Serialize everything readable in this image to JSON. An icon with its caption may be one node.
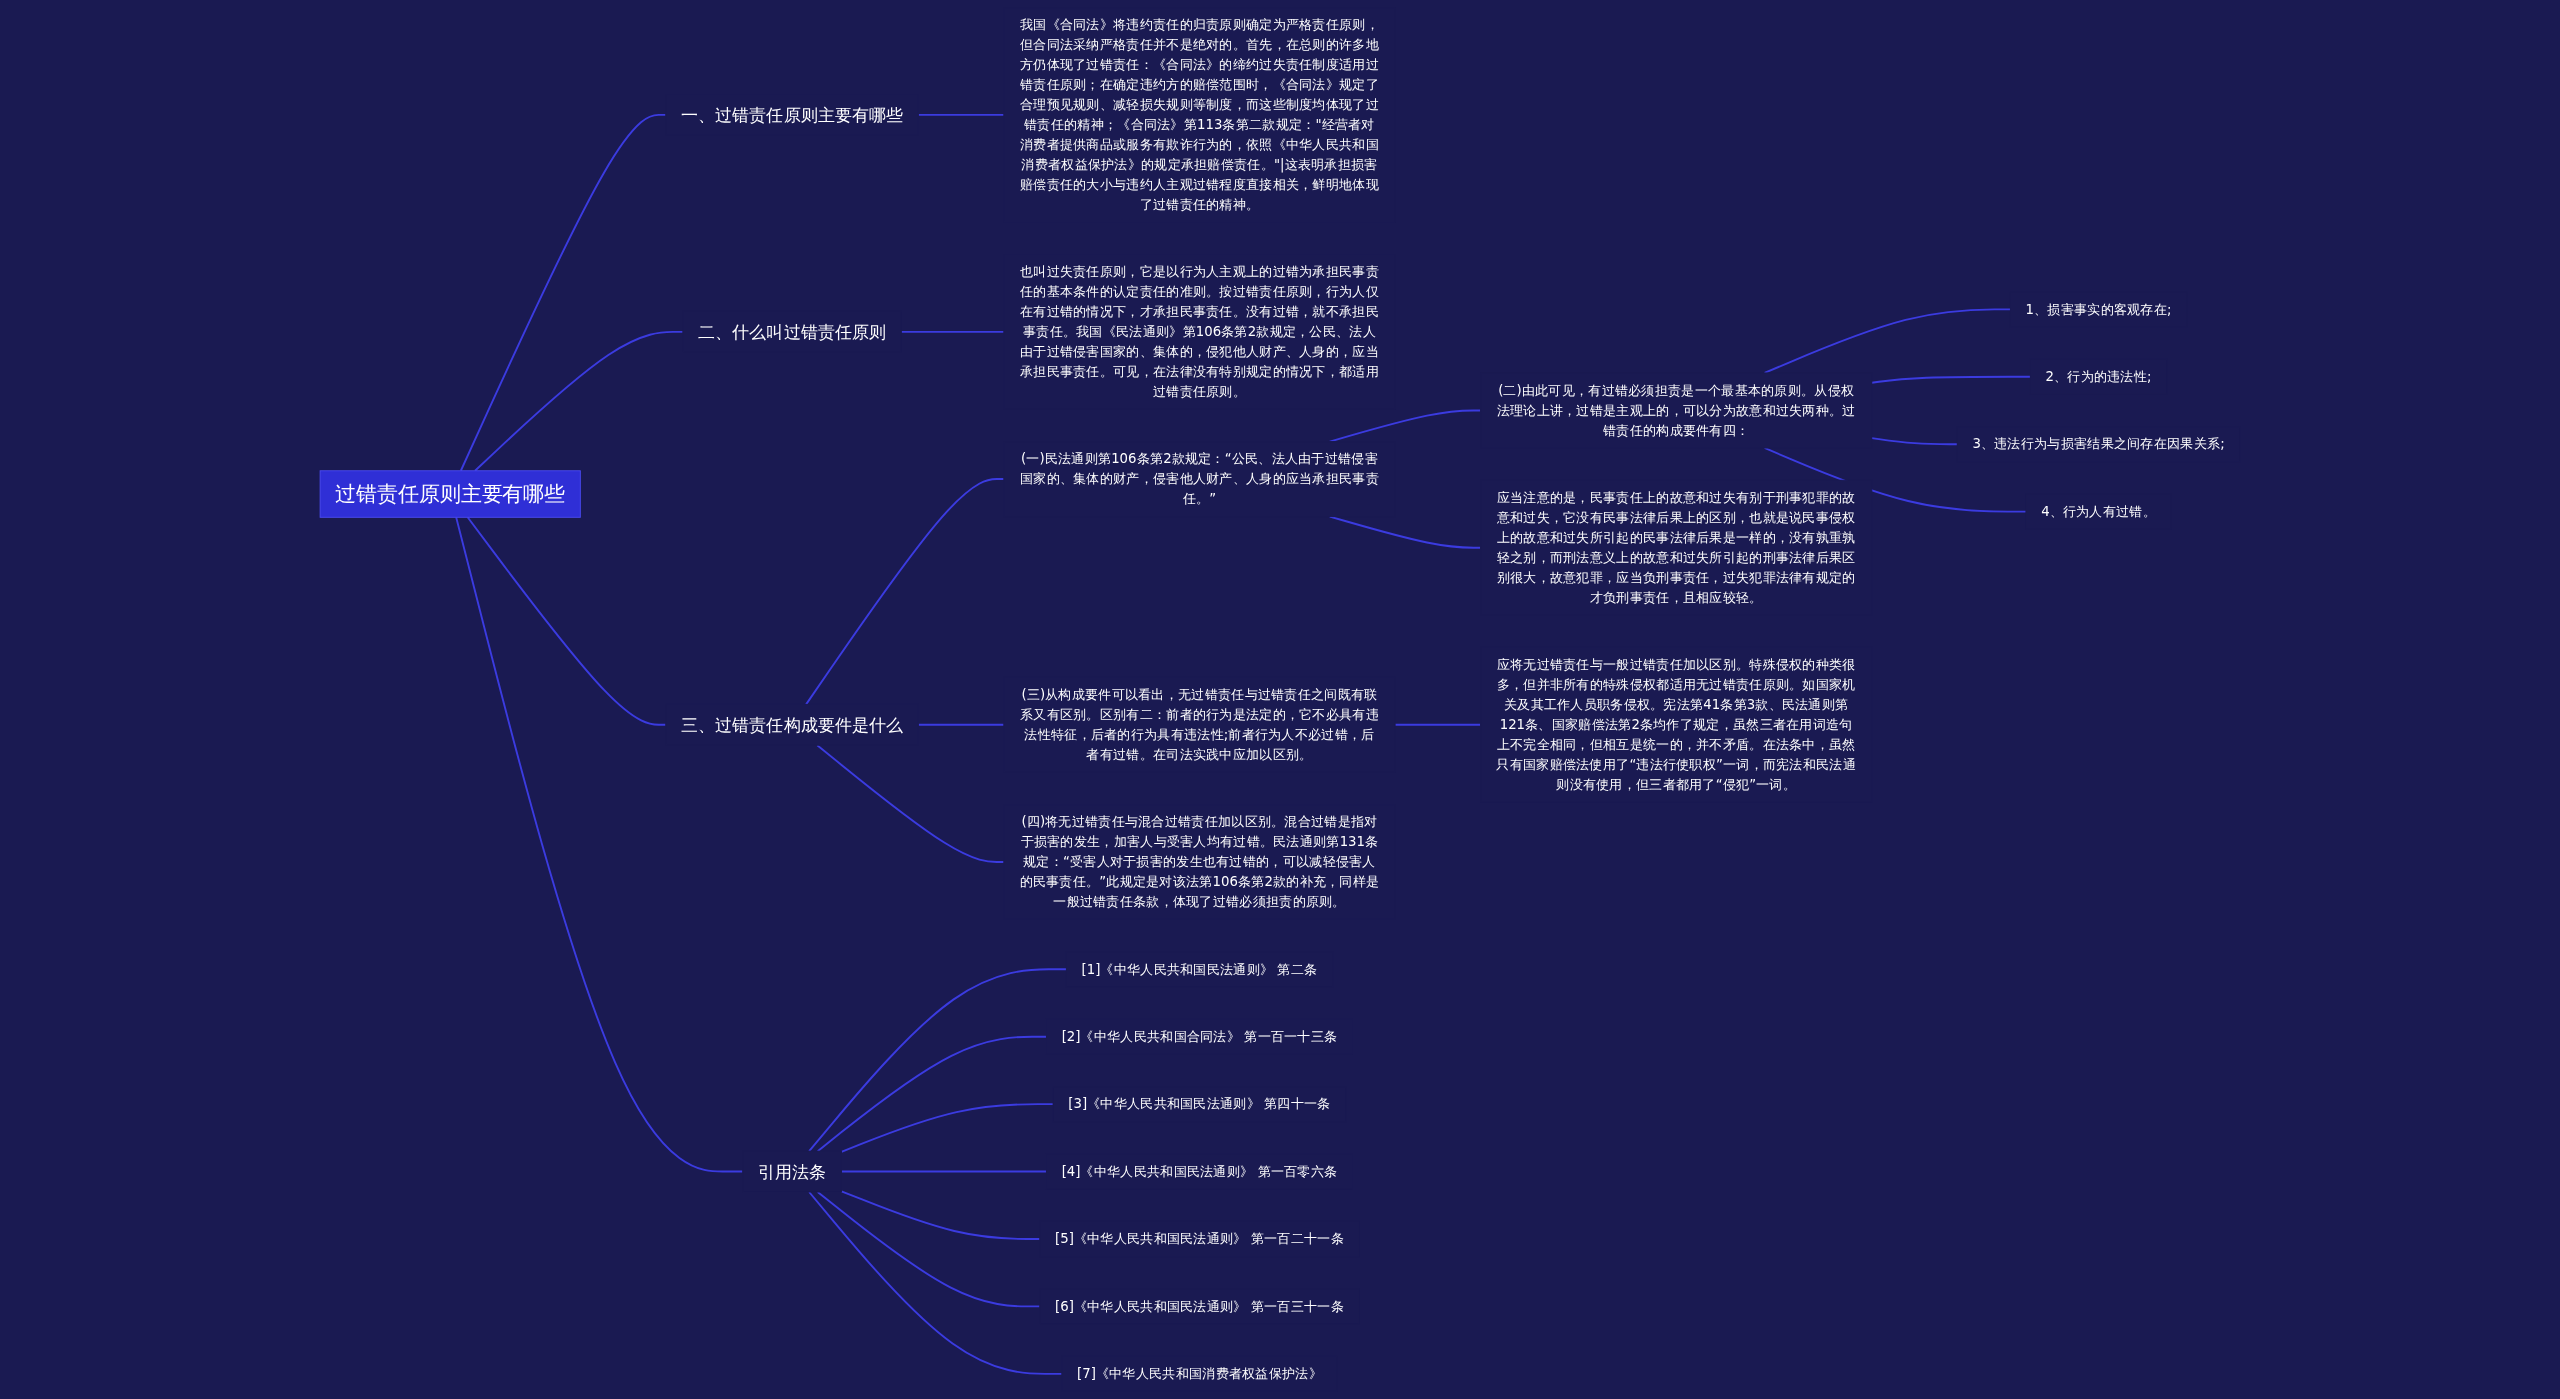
{
  "diagram": {
    "nodes": [
      {
        "text": [
          "过错责任原则主要有哪些"
        ]
      },
      {
        "text": [
          "一、过错责任原则主要有哪些"
        ]
      },
      {
        "text": [
          "我国《合同法》将违约责任的归责原则确定为严格责任原则，但合同法采纳严格责任并不是绝对的。首先，在总则的许多地方仍体现了过错责任：《合同法》的缔约过失责任制度适用过错责任原则；在确定违约方的赔偿范围时，《合同法》规定了合理预见规则、减轻损失规则等制度，而这些制度均体现了过错责任的精神；《合同法》第113条第二款规定：\"经营者对消费者提供商品或服务有欺诈行为的，依照《中华人民共和国消费者权益保护法》的规定承担赔偿责任。\"|这表明承担损害赔偿责任的大小与违约人主观过错程度直接相关，鲜明地体现了过错责任的精神。"
        ]
      },
      {
        "text": [
          "二、什么叫过错责任原则"
        ]
      },
      {
        "text": [
          "也叫过失责任原则，它是以行为人主观上的过错为承担民事责任的基本条件的认定责任的准则。按过错责任原则，行为人仅在有过错的情况下，才承担民事责任。没有过错，就不承担民事责任。我国《民法通则》第106条第2款规定，公民、法人由于过错侵害国家的、集体的，侵犯他人财产、人身的，应当承担民事责任。可见，在法律没有特别规定的情况下，都适用过错责任原则。"
        ]
      },
      {
        "text": [
          "三、过错责任构成要件是什么"
        ]
      },
      {
        "text": [
          "(一)民法通则第106条第2款规定：“公民、法人由于过错侵害国家的、集体的财产，侵害他人财产、人身的应当承担民事责任。”"
        ]
      },
      {
        "text": [
          "(二)由此可见，有过错必须担责是一个最基本的原则。从侵权法理论上讲，过错是主观上的，可以分为故意和过失两种。过错责任的构成要件有四："
        ]
      },
      {
        "text": [
          "1、损害事实的客观存在;"
        ]
      },
      {
        "text": [
          "2、行为的违法性;"
        ]
      },
      {
        "text": [
          "3、违法行为与损害结果之间存在因果关系;"
        ]
      },
      {
        "text": [
          "4、行为人有过错。"
        ]
      },
      {
        "text": [
          "应当注意的是，民事责任上的故意和过失有别于刑事犯罪的故意和过失，它没有民事法律后果上的区别，也就是说民事侵权上的故意和过失所引起的民事法律后果是一样的，没有孰重孰轻之别，而刑法意义上的故意和过失所引起的刑事法律后果区别很大，故意犯罪，应当负刑事责任，过失犯罪法律有规定的才负刑事责任，且相应较轻。"
        ]
      },
      {
        "text": [
          "(三)从构成要件可以看出，无过错责任与过错责任之间既有联系又有区别。区别有二：前者的行为是法定的，它不必具有违法性特征，后者的行为具有违法性;前者行为人不必过错，后者有过错。在司法实践中应加以区别。"
        ]
      },
      {
        "text": [
          "应将无过错责任与一般过错责任加以区别。特殊侵权的种类很多，但并非所有的特殊侵权都适用无过错责任原则。如国家机关及其工作人员职务侵权。宪法第41条第3款、民法通则第121条、国家赔偿法第2条均作了规定，虽然三者在用词造句上不完全相同，但相互是统一的，并不矛盾。在法条中，虽然只有国家赔偿法使用了“违法行使职权”一词，而宪法和民法通则没有使用，但三者都用了“侵犯”一词。"
        ]
      },
      {
        "text": [
          "(四)将无过错责任与混合过错责任加以区别。混合过错是指对于损害的发生，加害人与受害人均有过错。民法通则第131条规定：“受害人对于损害的发生也有过错的，可以减轻侵害人的民事责任。”此规定是对该法第106条第2款的补充，同样是一般过错责任条款，体现了过错必须担责的原则。"
        ]
      },
      {
        "text": [
          "引用法条"
        ]
      },
      {
        "text": [
          "[1]《中华人民共和国民法通则》 第二条"
        ]
      },
      {
        "text": [
          "[2]《中华人民共和国合同法》 第一百一十三条"
        ]
      },
      {
        "text": [
          "[3]《中华人民共和国民法通则》 第四十一条"
        ]
      },
      {
        "text": [
          "[4]《中华人民共和国民法通则》 第一百零六条"
        ]
      },
      {
        "text": [
          "[5]《中华人民共和国民法通则》 第一百二十一条"
        ]
      },
      {
        "text": [
          "[6]《中华人民共和国民法通则》 第一百三十一条"
        ]
      },
      {
        "text": [
          "[7]《中华人民共和国消费者权益保护法》"
        ]
      }
    ],
    "edges": [
      {
        "from": 0,
        "to": 1,
        "arrow": "none"
      },
      {
        "from": 1,
        "to": 2,
        "arrow": "none"
      },
      {
        "from": 0,
        "to": 3,
        "arrow": "none"
      },
      {
        "from": 3,
        "to": 4,
        "arrow": "none"
      },
      {
        "from": 0,
        "to": 5,
        "arrow": "none"
      },
      {
        "from": 5,
        "to": 6,
        "arrow": "none"
      },
      {
        "from": 6,
        "to": 7,
        "arrow": "none"
      },
      {
        "from": 7,
        "to": 8,
        "arrow": "none"
      },
      {
        "from": 7,
        "to": 9,
        "arrow": "none"
      },
      {
        "from": 7,
        "to": 10,
        "arrow": "none"
      },
      {
        "from": 7,
        "to": 11,
        "arrow": "none"
      },
      {
        "from": 6,
        "to": 12,
        "arrow": "none"
      },
      {
        "from": 5,
        "to": 13,
        "arrow": "none"
      },
      {
        "from": 13,
        "to": 14,
        "arrow": "none"
      },
      {
        "from": 5,
        "to": 15,
        "arrow": "none"
      },
      {
        "from": 0,
        "to": 16,
        "arrow": "none"
      },
      {
        "from": 16,
        "to": 17,
        "arrow": "none"
      },
      {
        "from": 16,
        "to": 18,
        "arrow": "none"
      },
      {
        "from": 16,
        "to": 19,
        "arrow": "none"
      },
      {
        "from": 16,
        "to": 20,
        "arrow": "none"
      },
      {
        "from": 16,
        "to": 21,
        "arrow": "none"
      },
      {
        "from": 16,
        "to": 22,
        "arrow": "none"
      },
      {
        "from": 16,
        "to": 23,
        "arrow": "none"
      }
    ]
  }
}
